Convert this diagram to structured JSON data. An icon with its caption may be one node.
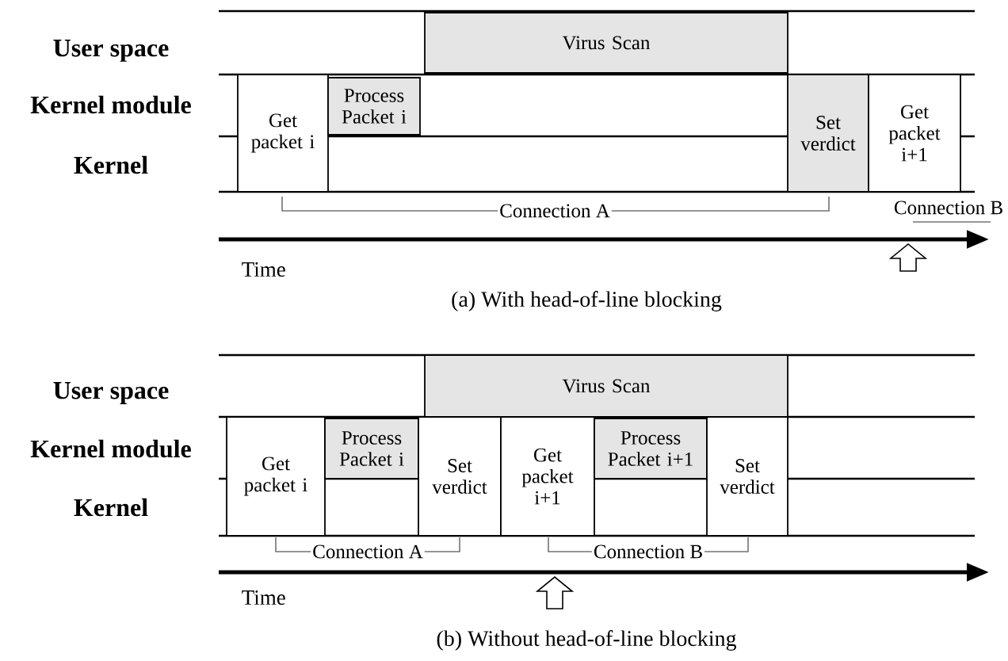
{
  "diagram": {
    "nodes": [
      {
        "text": [
          "Virus Scan"
        ]
      },
      {
        "text": [
          "Get packet i"
        ]
      },
      {
        "text": [
          "Process Packet i"
        ]
      },
      {
        "text": [
          "Set verdict"
        ]
      },
      {
        "text": [
          "Get packet i+1"
        ]
      },
      {
        "text": [
          "Virus Scan"
        ]
      },
      {
        "text": [
          "Get packet i"
        ]
      },
      {
        "text": [
          "Process Packet i"
        ]
      },
      {
        "text": [
          "Set verdict"
        ]
      },
      {
        "text": [
          "Get packet i+1"
        ]
      },
      {
        "text": [
          "Process Packet i+1"
        ]
      },
      {
        "text": [
          "Set verdict"
        ]
      }
    ],
    "labels": [
      "User space",
      "Kernel module",
      "Kernel",
      "Connection A",
      "Connection B",
      "Time",
      "(a) With head-of-line blocking",
      "User space",
      "Kernel module",
      "Kernel",
      "Connection A",
      "Connection B",
      "Time",
      "(b) Without head-of-line blocking"
    ]
  }
}
